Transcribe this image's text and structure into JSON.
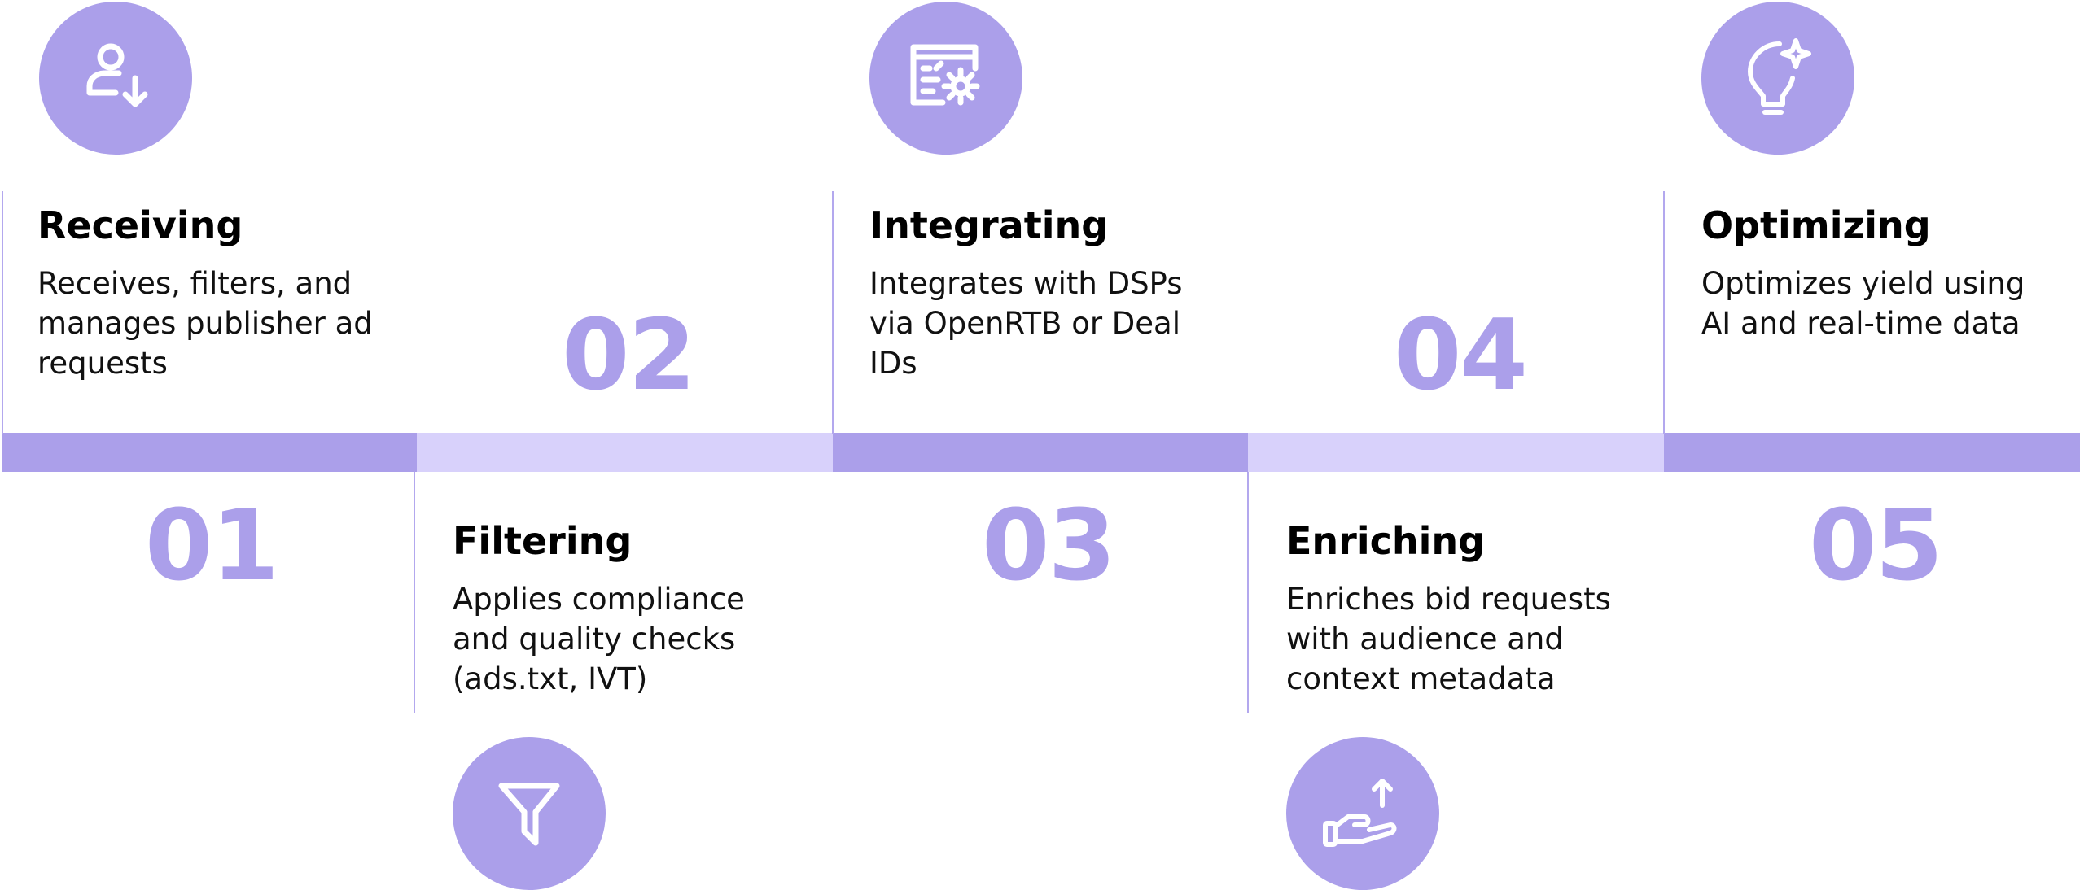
{
  "steps": [
    {
      "number": "01",
      "title": "Receiving",
      "description": "Receives, filters, and manages publisher ad requests",
      "icon": "user-download-icon"
    },
    {
      "number": "02",
      "title": "Filtering",
      "description": "Applies compliance and quality checks (ads.txt, IVT)",
      "icon": "funnel-icon"
    },
    {
      "number": "03",
      "title": "Integrating",
      "description": "Integrates with DSPs via OpenRTB or Deal IDs",
      "icon": "code-gear-icon"
    },
    {
      "number": "04",
      "title": "Enriching",
      "description": "Enriches bid requests with audience and context metadata",
      "icon": "hand-upload-icon"
    },
    {
      "number": "05",
      "title": "Optimizing",
      "description": "Optimizes yield using AI and real-time data",
      "icon": "lightbulb-sparkle-icon"
    }
  ],
  "colors": {
    "accent": "#ab9fea",
    "accent_light": "#d8d1fb",
    "text": "#000000"
  }
}
